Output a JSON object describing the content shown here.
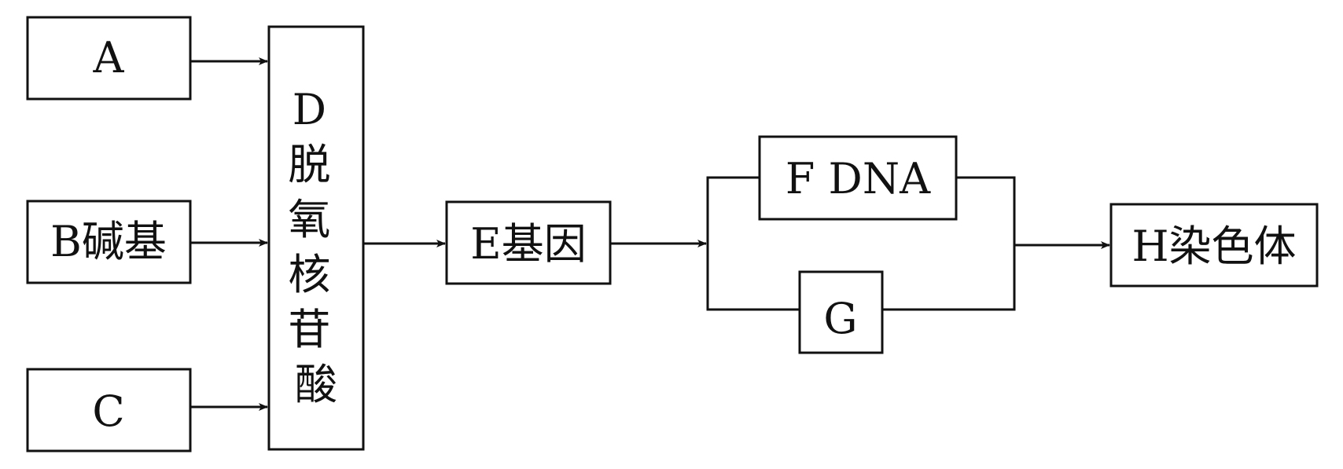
{
  "nodes": {
    "a": {
      "label": "A"
    },
    "b": {
      "label": "B碱基"
    },
    "c": {
      "label": "C"
    },
    "d": {
      "label": "D脱氧核苷酸",
      "chars": [
        "D",
        "脱",
        "氧",
        "核",
        "苷",
        "酸"
      ]
    },
    "e": {
      "label": "E基因"
    },
    "f": {
      "label": "F DNA"
    },
    "g": {
      "label": "G"
    },
    "h": {
      "label": "H染色体"
    }
  },
  "colors": {
    "stroke": "#111111",
    "background": "#ffffff"
  }
}
